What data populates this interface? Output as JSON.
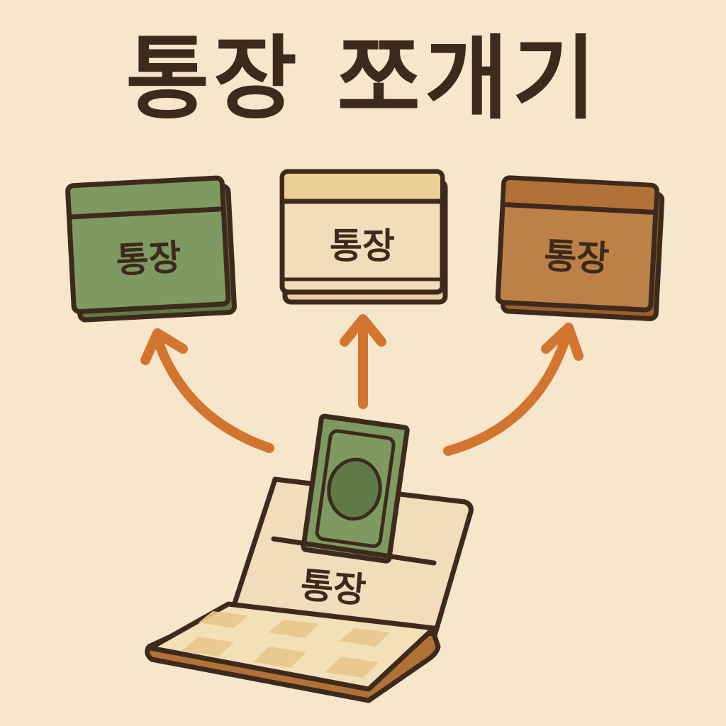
{
  "title": "통장 쪼개기",
  "accounts": [
    {
      "label": "통장",
      "color": "#7e9a62",
      "band": "#7e9a62"
    },
    {
      "label": "통장",
      "color": "#f2ddba",
      "band": "#eccf96"
    },
    {
      "label": "통장",
      "color": "#bd8147",
      "band": "#b07236"
    }
  ],
  "source": {
    "label": "통장",
    "bill_color": "#7e9a62"
  },
  "colors": {
    "background": "#f5e6cc",
    "outline": "#3d2a1c",
    "arrow": "#d4752f"
  },
  "icons": [
    "passbook-icon",
    "arrow-up-icon",
    "banknote-icon",
    "open-passbook-icon"
  ]
}
